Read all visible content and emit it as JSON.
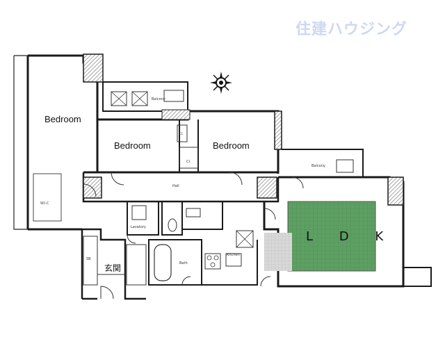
{
  "watermark": "住建ハウジング",
  "rooms": {
    "bedroom_left": "Bedroom",
    "bedroom_center": "Bedroom",
    "bedroom_right": "Bedroom",
    "ldk": "L D K",
    "entrance": "玄関",
    "hall": "Hall",
    "bath": "Bath",
    "lavatory": "Lavatory",
    "balcony_top": "Balcony",
    "balcony_right": "Balcony",
    "wic": "W.I.C",
    "cl1": "Cl.",
    "cl2": "Cl.",
    "sb": "SB",
    "kitchen": "Kitchen"
  },
  "compass_icon": "compass-rose-icon",
  "colors": {
    "wall": "#1a1a1a",
    "hatch": "#9a9a9a",
    "ldk_floor": "#3f8f46",
    "watermark": "#cfd8f1"
  }
}
